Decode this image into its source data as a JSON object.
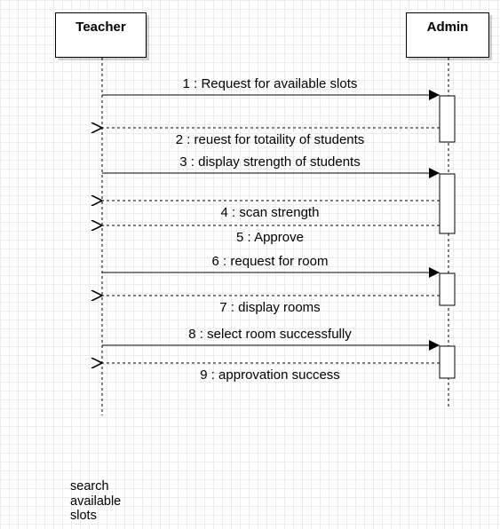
{
  "actors": [
    {
      "id": "teacher",
      "name": "Teacher"
    },
    {
      "id": "admin",
      "name": "Admin"
    }
  ],
  "messages": [
    {
      "label": "1 : Request for available slots",
      "kind": "call"
    },
    {
      "label": "2 : reuest for totaility of students",
      "kind": "return"
    },
    {
      "label": "3 : display strength of students",
      "kind": "call"
    },
    {
      "label": "4 : scan strength",
      "kind": "return"
    },
    {
      "label": "5 : Approve",
      "kind": "return"
    },
    {
      "label": "6 : request for room",
      "kind": "call"
    },
    {
      "label": "7 : display rooms",
      "kind": "return"
    },
    {
      "label": "8 : select room successfully",
      "kind": "call"
    },
    {
      "label": "9 : approvation success",
      "kind": "return"
    }
  ],
  "note": {
    "lines": [
      "search",
      "available",
      "slots"
    ]
  }
}
